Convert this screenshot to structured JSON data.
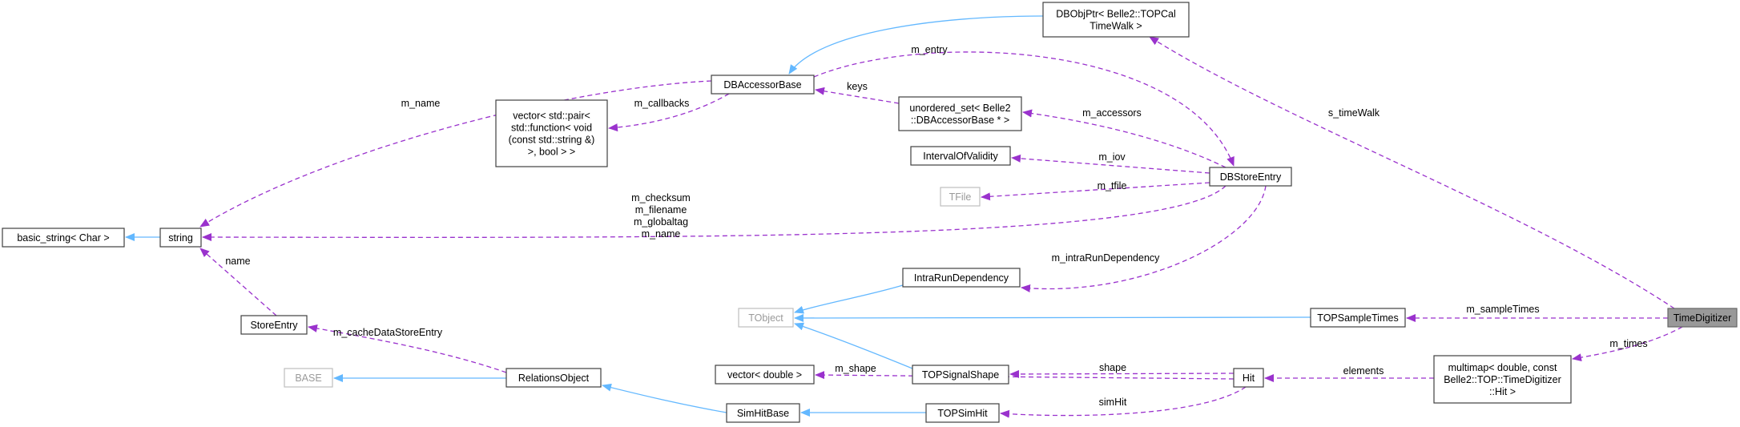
{
  "nodes": {
    "dbobjptr": [
      "DBObjPtr< Belle2::TOPCal",
      "TimeWalk >"
    ],
    "dbaccessorbase": [
      "DBAccessorBase"
    ],
    "vector_pair": [
      "vector< std::pair<",
      "std::function< void",
      "(const std::string &)",
      ">, bool > >"
    ],
    "unordered_set": [
      "unordered_set< Belle2",
      "::DBAccessorBase * >"
    ],
    "intervalofvalidity": [
      "IntervalOfValidity"
    ],
    "tfile": [
      "TFile"
    ],
    "dbstoreentry": [
      "DBStoreEntry"
    ],
    "basic_string": [
      "basic_string< Char >"
    ],
    "string": [
      "string"
    ],
    "storeentry": [
      "StoreEntry"
    ],
    "base": [
      "BASE"
    ],
    "relationsobject": [
      "RelationsObject"
    ],
    "intrarundependency": [
      "IntraRunDependency"
    ],
    "tobject": [
      "TObject"
    ],
    "topsampletimes": [
      "TOPSampleTimes"
    ],
    "timedigitizer": [
      "TimeDigitizer"
    ],
    "vector_double": [
      "vector< double >"
    ],
    "topsignalshape": [
      "TOPSignalShape"
    ],
    "hit": [
      "Hit"
    ],
    "multimap": [
      "multimap< double, const",
      "Belle2::TOP::TimeDigitizer",
      "::Hit >"
    ],
    "simhitbase": [
      "SimHitBase"
    ],
    "topsimhit": [
      "TOPSimHit"
    ]
  },
  "edge_labels": {
    "m_entry": [
      "m_entry"
    ],
    "keys": [
      "keys"
    ],
    "m_callbacks": [
      "m_callbacks"
    ],
    "m_name": [
      "m_name"
    ],
    "m_accessors": [
      "m_accessors"
    ],
    "m_iov": [
      "m_iov"
    ],
    "m_tfile": [
      "m_tfile"
    ],
    "string_multi": [
      "m_checksum",
      "m_filename",
      "m_globaltag",
      "m_name"
    ],
    "name": [
      "name"
    ],
    "m_cacheDataStoreEntry": [
      "m_cacheDataStoreEntry"
    ],
    "m_intraRunDependency": [
      "m_intraRunDependency"
    ],
    "s_timeWalk": [
      "s_timeWalk"
    ],
    "m_sampleTimes": [
      "m_sampleTimes"
    ],
    "m_times": [
      "m_times"
    ],
    "m_shape": [
      "m_shape"
    ],
    "shape": [
      "shape"
    ],
    "elements": [
      "elements"
    ],
    "simHit": [
      "simHit"
    ]
  },
  "colors": {
    "inheritance_edge": "#63b8ff",
    "member_edge": "#9a32cd",
    "node_border": "#404040",
    "external_node_border": "#bfbfbf",
    "highlight_fill": "#999999"
  }
}
